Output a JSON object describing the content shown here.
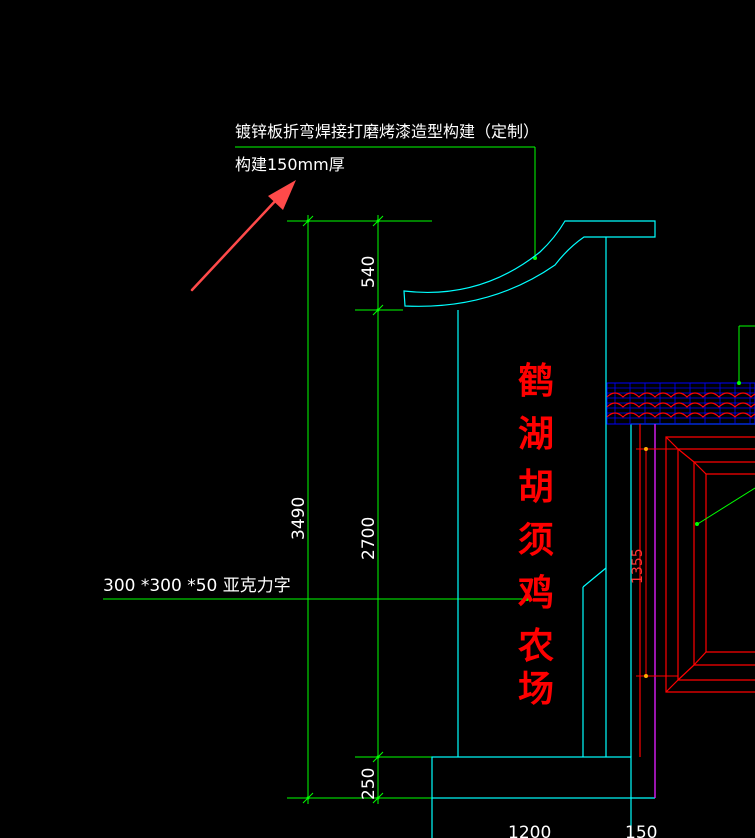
{
  "annotations": {
    "title_line1": "镀锌板折弯焊接打磨烤漆造型构建（定制）",
    "title_line2": "构建150mm厚",
    "acrylic_label": "300 *300 *50  亚克力字"
  },
  "dimensions": {
    "total_height": "3490",
    "top_segment": "540",
    "middle_segment": "2700",
    "bottom_segment": "250",
    "side_height": "1355",
    "base_width": "1200",
    "offset_width": "150"
  },
  "sign_text": [
    "鹤",
    "湖",
    "胡",
    "须",
    "鸡",
    "农",
    "场"
  ],
  "colors": {
    "background": "#000000",
    "dimension_line": "#00ff00",
    "outline": "#00ffff",
    "text_white": "#ffffff",
    "sign_text": "#ff0000",
    "roof_tiles": "#ff0000",
    "roof_hatch": "#0000ff",
    "magenta_line": "#ff00ff",
    "arrow": "#ff4a4a"
  }
}
